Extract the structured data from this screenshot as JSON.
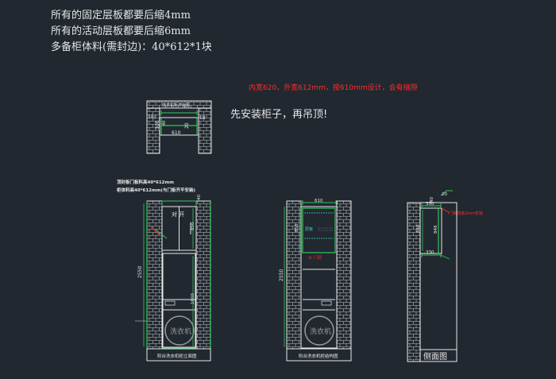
{
  "notes": {
    "line1": "所有的固定层板都要后缩4mm",
    "line2": "所有的活动层板都要后缩6mm",
    "line3": "多备柜体料(需封边)：40*612*1块"
  },
  "callouts": {
    "red_note": "内宽620，外宽612mm，按610mm设计，会有缝隙",
    "white_note": "先安装柜子，再吊顶!"
  },
  "top_view": {
    "title": "洗衣机柜平面图",
    "dim_width": "610",
    "dim_left": "18",
    "dim_right": "18",
    "dim_depth_left": "300",
    "dim_depth_right": "20",
    "dim_small": "40",
    "dim_small2": "20"
  },
  "front_view": {
    "note1": "顶封板门板料高40*612mm",
    "note2": "柜体料高40*612mm(与门板齐平安装)",
    "dim_top_right": "40",
    "dim_total_height": "2550",
    "dim_upper": "850",
    "dim_lower": "1600",
    "door_label": "对 开",
    "washer_label": "洗衣机",
    "caption": "阳台洗衣机柜立面图"
  },
  "structure_view": {
    "dim_width": "610",
    "dim_total_height": "2550",
    "dim_upper": "850",
    "shelf_label": "层板",
    "red_label": "水 门洞",
    "washer_label": "洗衣机",
    "caption": "阳台洗衣机柜结构图"
  },
  "side_view": {
    "dim_top_left": "330",
    "dim_top_small": "20",
    "dim_top_small2": "40",
    "red_label": "门板高度2mm安装",
    "dim_height_left": "840",
    "dim_height_inner": "848",
    "dim_bottom": "330",
    "caption": "侧面图"
  },
  "colors": {
    "background": "#212830",
    "line": "#e8e8e8",
    "dimension": "#34c759",
    "red": "#ff2a2a",
    "cyan": "#36d6c8"
  }
}
